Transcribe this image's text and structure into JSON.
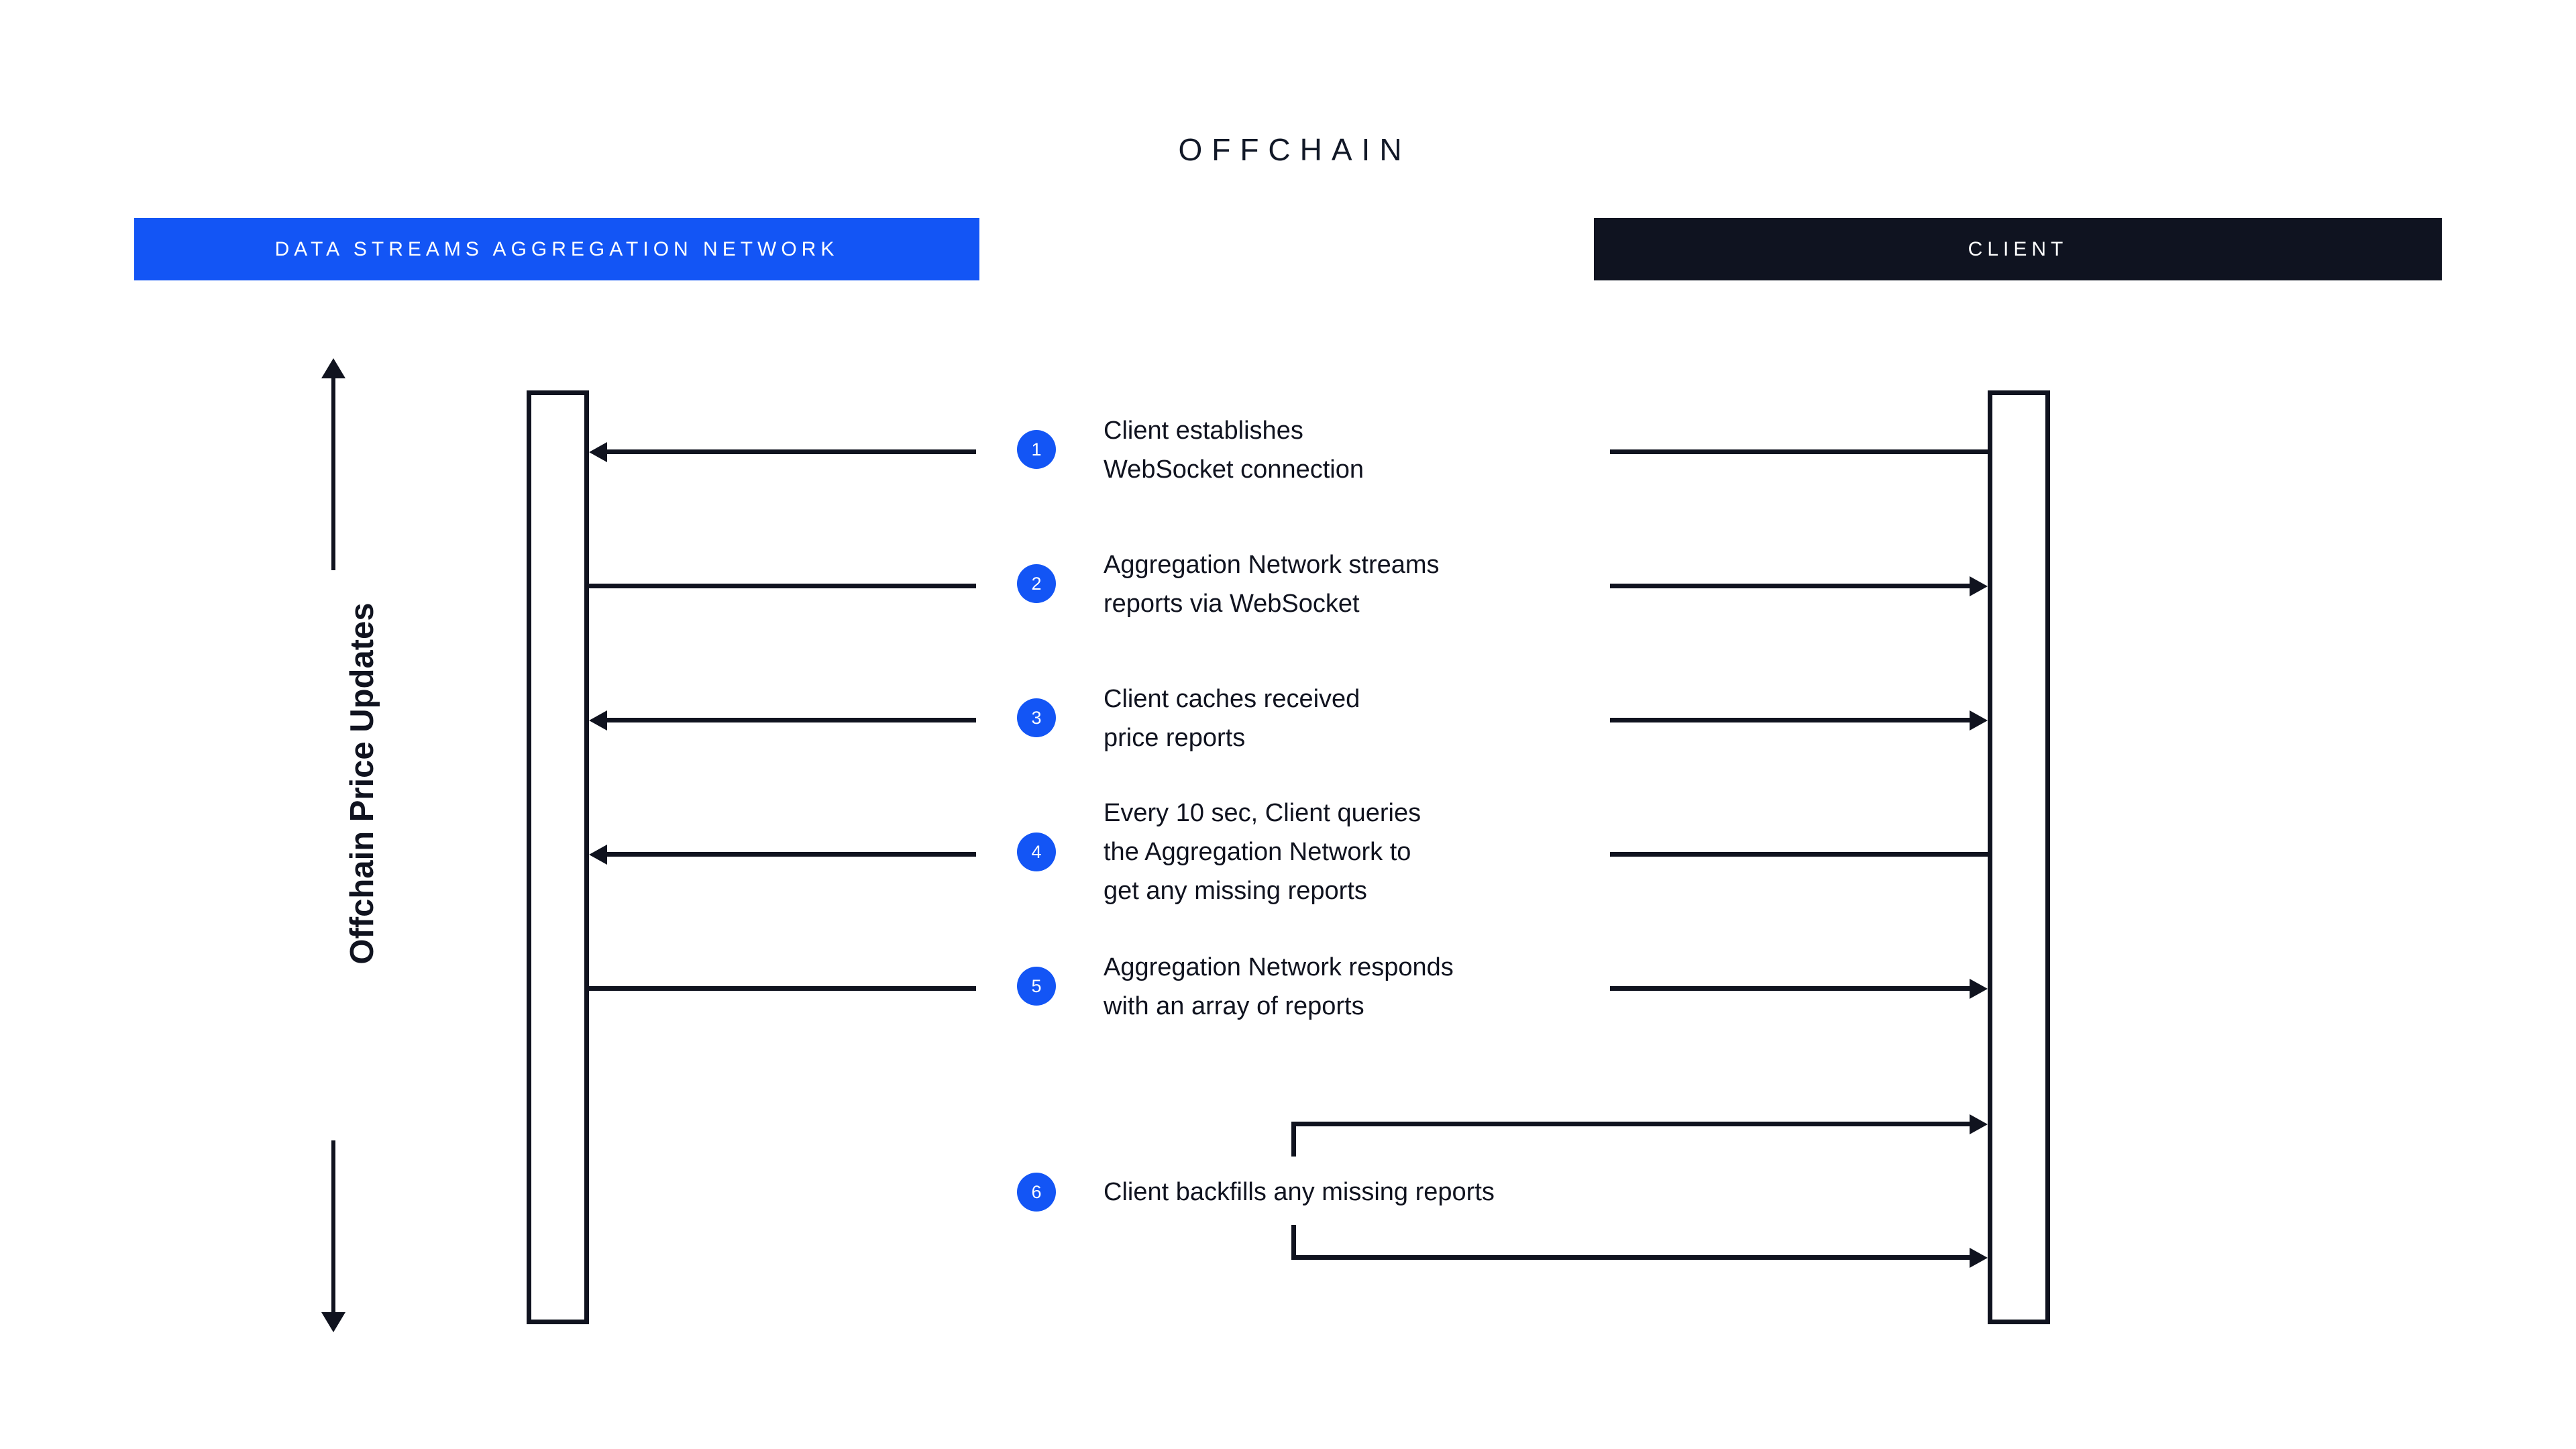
{
  "diagram": {
    "title": "OFFCHAIN",
    "axis_label": "Offchain Price Updates",
    "axis_arrow_up": "arrow-up-icon",
    "axis_arrow_down": "arrow-down-icon",
    "colors": {
      "accent_blue": "#1355F5",
      "dark": "#0F1320",
      "line": "#10131f",
      "background": "#FFFFFF"
    },
    "lanes": [
      {
        "id": "network",
        "label": "DATA STREAMS AGGREGATION NETWORK",
        "header_bg": "#1355F5"
      },
      {
        "id": "client",
        "label": "CLIENT",
        "header_bg": "#0F1320"
      }
    ],
    "steps": [
      {
        "number": "1",
        "text": "Client establishes\nWebSocket connection",
        "left_direction": "left",
        "right_direction": "none"
      },
      {
        "number": "2",
        "text": "Aggregation Network streams\nreports via WebSocket",
        "left_direction": "none",
        "right_direction": "right"
      },
      {
        "number": "3",
        "text": "Client caches received\nprice reports",
        "left_direction": "left",
        "right_direction": "right"
      },
      {
        "number": "4",
        "text": "Every 10 sec, Client queries\nthe Aggregation Network to\nget any missing reports",
        "left_direction": "left",
        "right_direction": "none"
      },
      {
        "number": "5",
        "text": "Aggregation Network responds\nwith an array of reports",
        "left_direction": "none",
        "right_direction": "right"
      },
      {
        "number": "6",
        "text": "Client backfills any missing reports",
        "left_direction": "none",
        "right_direction": "self-loop"
      }
    ]
  }
}
